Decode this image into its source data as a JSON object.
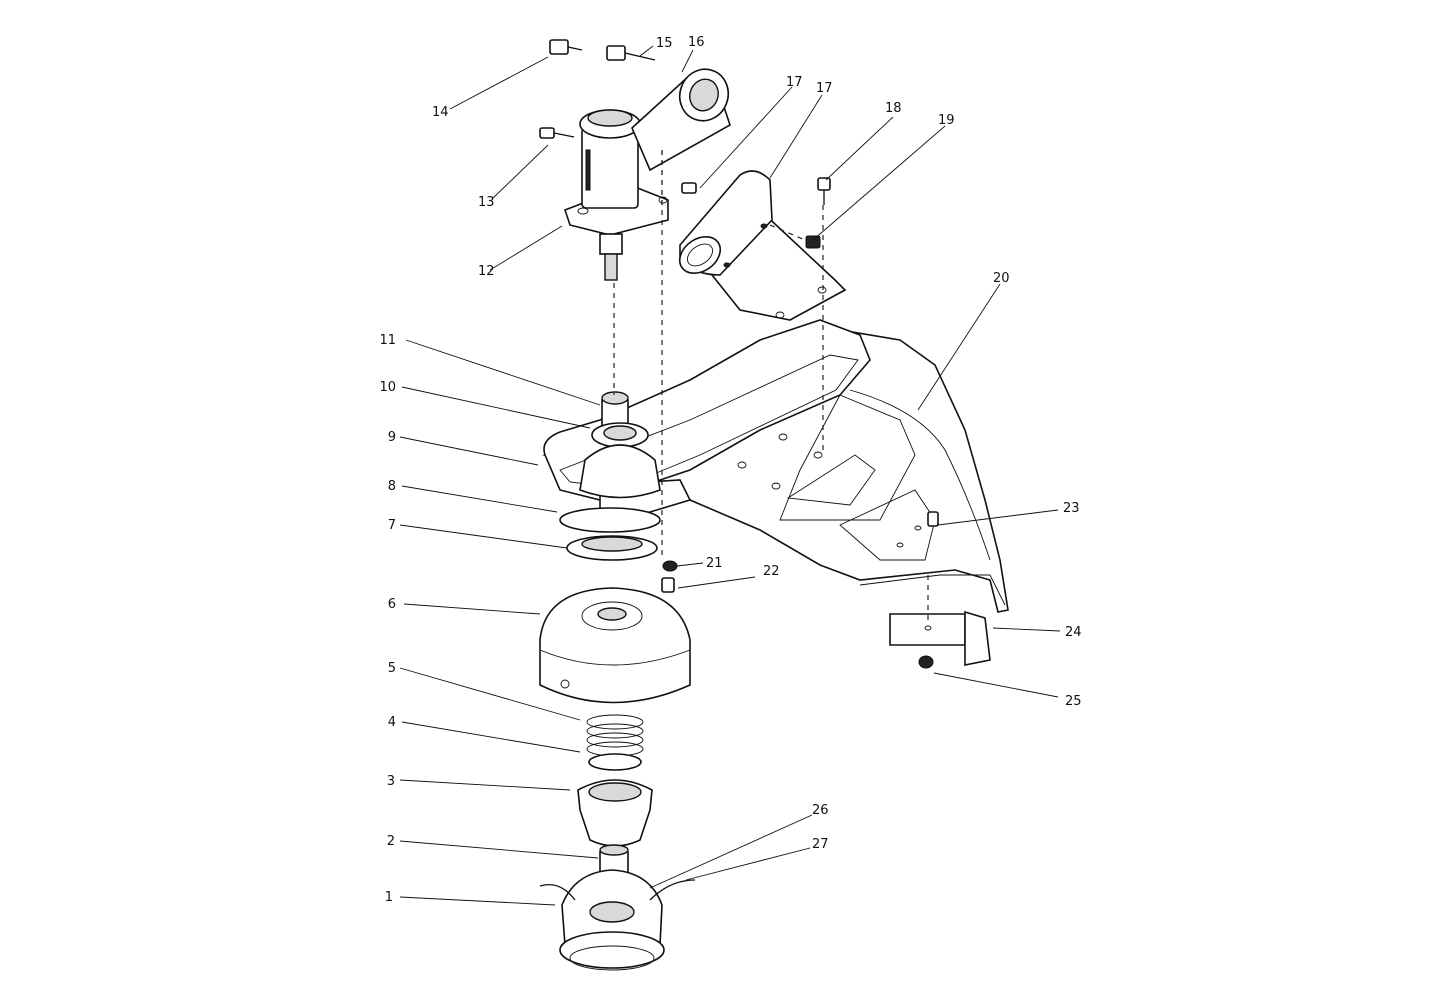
{
  "callouts": [
    {
      "id": "1",
      "label": "1"
    },
    {
      "id": "2",
      "label": "2"
    },
    {
      "id": "3",
      "label": "3"
    },
    {
      "id": "4",
      "label": "4"
    },
    {
      "id": "5",
      "label": "5"
    },
    {
      "id": "6",
      "label": "6"
    },
    {
      "id": "7",
      "label": "7"
    },
    {
      "id": "8",
      "label": "8"
    },
    {
      "id": "9",
      "label": "9"
    },
    {
      "id": "10",
      "label": "10"
    },
    {
      "id": "11",
      "label": "11"
    },
    {
      "id": "12",
      "label": "12"
    },
    {
      "id": "13",
      "label": "13"
    },
    {
      "id": "14",
      "label": "14"
    },
    {
      "id": "15",
      "label": "15"
    },
    {
      "id": "16",
      "label": "16"
    },
    {
      "id": "17a",
      "label": "17"
    },
    {
      "id": "17b",
      "label": "17"
    },
    {
      "id": "18",
      "label": "18"
    },
    {
      "id": "19",
      "label": "19"
    },
    {
      "id": "20",
      "label": "20"
    },
    {
      "id": "21",
      "label": "21"
    },
    {
      "id": "22",
      "label": "22"
    },
    {
      "id": "23",
      "label": "23"
    },
    {
      "id": "24",
      "label": "24"
    },
    {
      "id": "25",
      "label": "25"
    },
    {
      "id": "26",
      "label": "26"
    },
    {
      "id": "27",
      "label": "27"
    }
  ]
}
